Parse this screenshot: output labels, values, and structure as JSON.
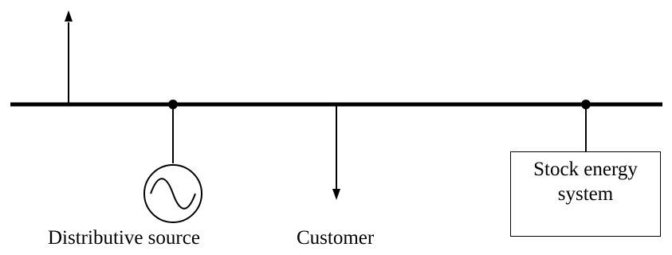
{
  "diagram": {
    "labels": {
      "distributive_source": "Distributive source",
      "customer": "Customer",
      "stock_energy_system": "Stock energy\nsystem"
    },
    "colors": {
      "line": "#000000",
      "background": "#ffffff"
    },
    "icons": {
      "grid_export": "up-arrow-icon",
      "source": "ac-generator-icon",
      "load": "down-arrow-icon",
      "junction": "junction-dot-icon"
    }
  }
}
